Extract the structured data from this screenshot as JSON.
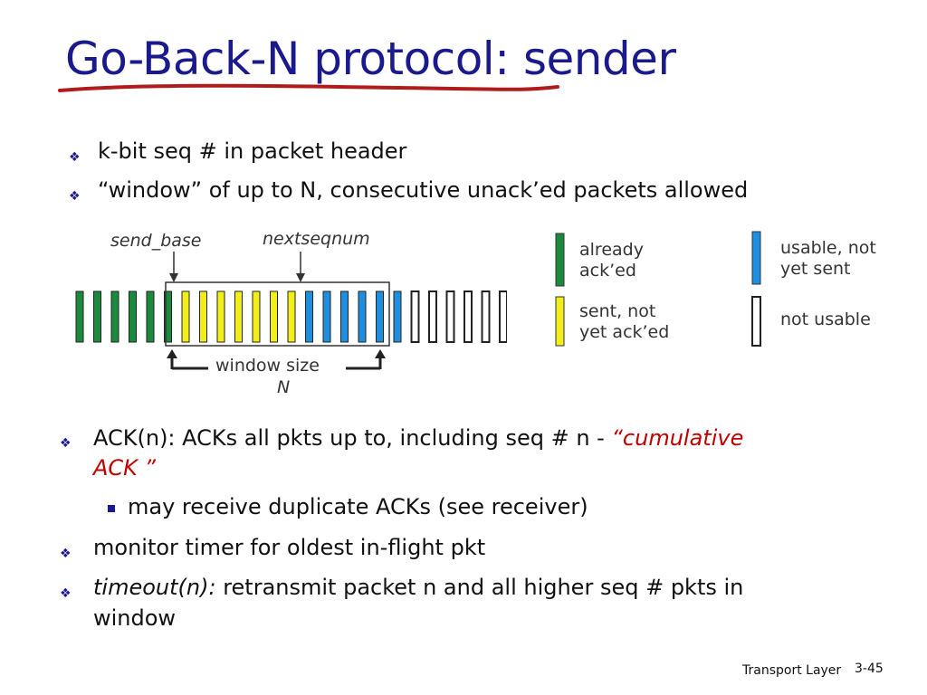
{
  "title": "Go-Back-N protocol: sender",
  "bullets_top": [
    "k-bit seq # in packet header",
    "“window” of up to N, consecutive unack’ed packets allowed"
  ],
  "diagram": {
    "send_base_label": "send_base",
    "nextseqnum_label": "nextseqnum",
    "window_size_label": "window size",
    "window_n_label": "N",
    "packets": [
      {
        "state": "acked"
      },
      {
        "state": "acked"
      },
      {
        "state": "acked"
      },
      {
        "state": "acked"
      },
      {
        "state": "acked"
      },
      {
        "state": "acked"
      },
      {
        "state": "sent"
      },
      {
        "state": "sent"
      },
      {
        "state": "sent"
      },
      {
        "state": "sent"
      },
      {
        "state": "sent"
      },
      {
        "state": "sent"
      },
      {
        "state": "sent"
      },
      {
        "state": "usable"
      },
      {
        "state": "usable"
      },
      {
        "state": "usable"
      },
      {
        "state": "usable"
      },
      {
        "state": "usable"
      },
      {
        "state": "usable"
      },
      {
        "state": "notusable"
      },
      {
        "state": "notusable"
      },
      {
        "state": "notusable"
      },
      {
        "state": "notusable"
      },
      {
        "state": "notusable"
      },
      {
        "state": "notusable"
      },
      {
        "state": "notusable"
      }
    ],
    "colors": {
      "acked": "#1a8a3c",
      "sent": "#f2ee1a",
      "usable": "#1e8fe0",
      "notusable": "#ffffff"
    }
  },
  "legend": {
    "acked": "already\nack’ed",
    "sent": "sent, not\nyet ack’ed",
    "usable": "usable, not\nyet sent",
    "notusable": "not usable"
  },
  "bullets_bottom": {
    "ack_prefix": "ACK(n):  ACKs all pkts up to, including seq # n -",
    "ack_quote_1": "“cumulative",
    "ack_quote_2": "ACK ”",
    "sub": "may receive duplicate ACKs (see receiver)",
    "timer": "monitor timer for oldest in-flight pkt",
    "timeout_label": "timeout(n):",
    "timeout_text": " retransmit packet n and all higher seq # pkts in",
    "timeout_text_2": "window"
  },
  "footer": {
    "section": "Transport Layer",
    "page": "3-45"
  }
}
